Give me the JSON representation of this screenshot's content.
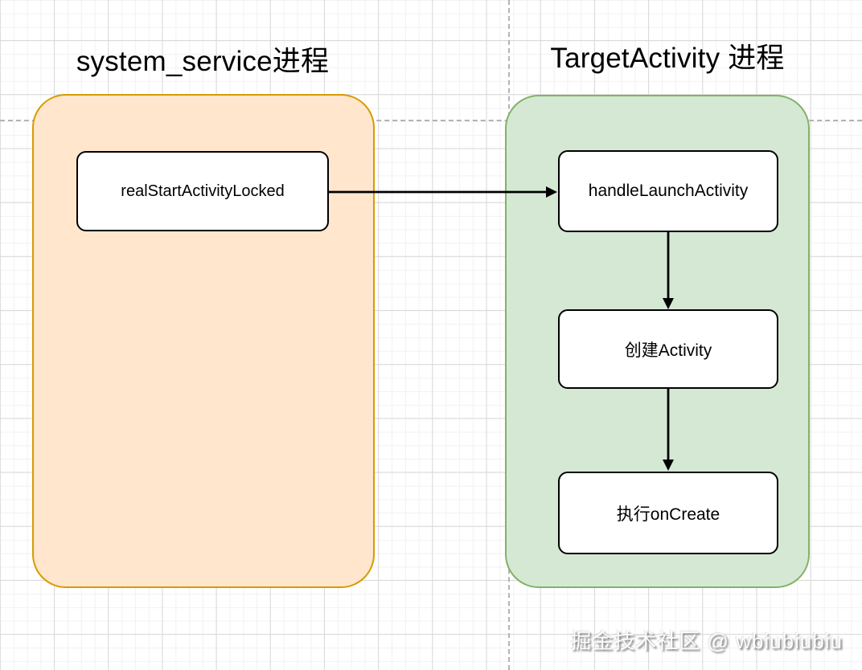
{
  "diagram": {
    "processes": [
      {
        "title": "system_service进程",
        "nodes": [
          {
            "label": "realStartActivityLocked"
          }
        ]
      },
      {
        "title": "TargetActivity 进程",
        "nodes": [
          {
            "label": "handleLaunchActivity"
          },
          {
            "label": "创建Activity"
          },
          {
            "label": "执行onCreate"
          }
        ]
      }
    ],
    "edges": [
      {
        "from": "realStartActivityLocked",
        "to": "handleLaunchActivity"
      },
      {
        "from": "handleLaunchActivity",
        "to": "创建Activity"
      },
      {
        "from": "创建Activity",
        "to": "执行onCreate"
      }
    ]
  },
  "watermark": {
    "text": "掘金技术社区 @ wbiubiubiu"
  },
  "colors": {
    "process1-fill": "#ffe6cc",
    "process1-stroke": "#d79b00",
    "process2-fill": "#d5e8d4",
    "process2-stroke": "#82b366",
    "node-fill": "#ffffff",
    "node-stroke": "#000000",
    "arrow": "#000000",
    "guide": "#b3b3b3",
    "grid-minor": "#f3f1f1",
    "grid-major": "#d9d9d9"
  }
}
